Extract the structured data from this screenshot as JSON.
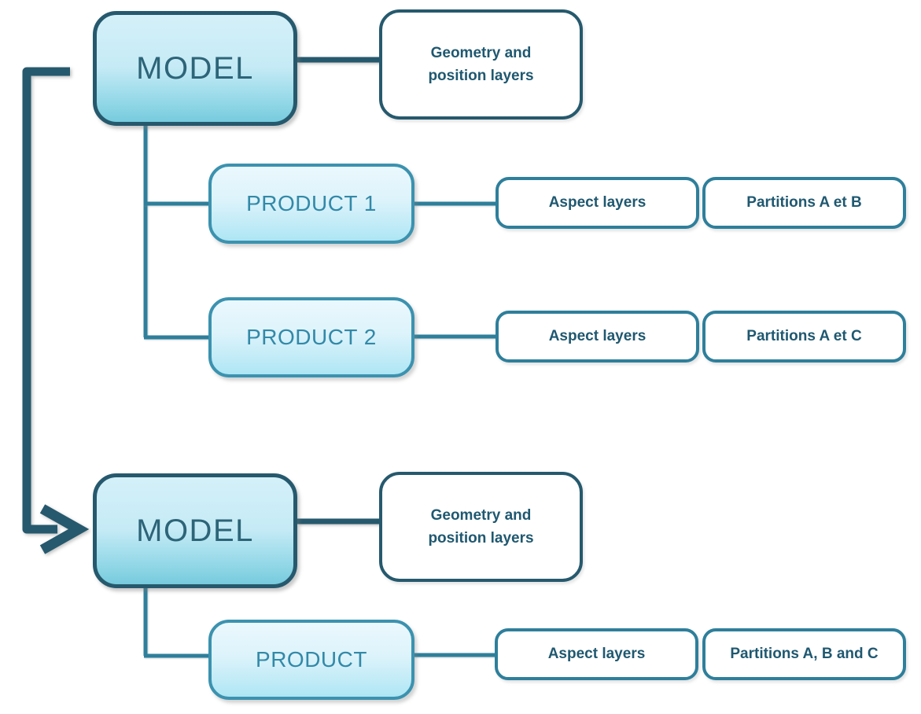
{
  "colors": {
    "dark": "#26596d",
    "teal": "#2e7f9b",
    "product-border": "#3b92af",
    "model-text": "#2d6478",
    "product-text": "#3289a8",
    "label-text": "#1f5870",
    "model-grad-top": "#d4f0f9",
    "model-grad-bottom": "#76cbdd",
    "product-grad-top": "#eaf8fd",
    "product-grad-bottom": "#aee6f4"
  },
  "nodes": {
    "model1": "MODEL",
    "geometry1_line1": "Geometry and",
    "geometry1_line2": "position layers",
    "product1": "PRODUCT 1",
    "aspect1": "Aspect layers",
    "partitions1": "Partitions A et B",
    "product2": "PRODUCT 2",
    "aspect2": "Aspect layers",
    "partitions2": "Partitions A et C",
    "model2": "MODEL",
    "geometry2_line1": "Geometry and",
    "geometry2_line2": "position layers",
    "product3": "PRODUCT",
    "aspect3": "Aspect layers",
    "partitions3": "Partitions A, B and C"
  },
  "structure": {
    "type": "hierarchy-diagram",
    "top_group": {
      "model": "MODEL",
      "attached": "Geometry and position layers",
      "children": [
        {
          "product": "PRODUCT 1",
          "labels": [
            "Aspect layers",
            "Partitions A et B"
          ]
        },
        {
          "product": "PRODUCT 2",
          "labels": [
            "Aspect layers",
            "Partitions A et C"
          ]
        }
      ]
    },
    "bottom_group": {
      "model": "MODEL",
      "attached": "Geometry and position layers",
      "children": [
        {
          "product": "PRODUCT",
          "labels": [
            "Aspect layers",
            "Partitions A, B and C"
          ]
        }
      ]
    },
    "arrow": "top MODEL merges into bottom MODEL"
  }
}
